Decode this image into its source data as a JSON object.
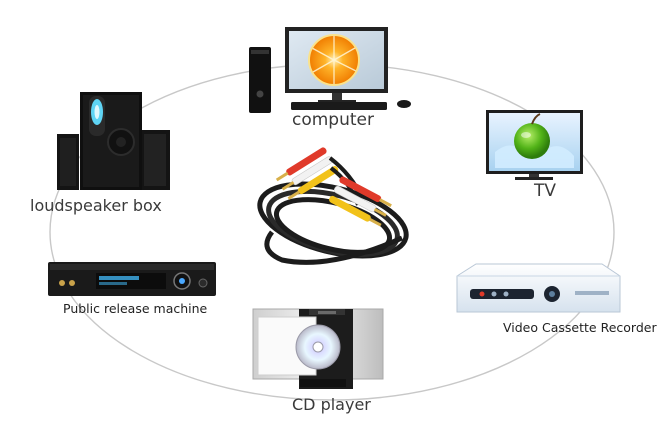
{
  "devices": {
    "computer": {
      "label": "computer"
    },
    "tv": {
      "label": "TV"
    },
    "loudspeaker": {
      "label": "loudspeaker box"
    },
    "release_machine": {
      "label": "Public release machine"
    },
    "vcr": {
      "label": "Video Cassette Recorder"
    },
    "cd_player": {
      "label": "CD player"
    }
  },
  "colors": {
    "ring": "#c8c8c8",
    "cable": "#1c1c1c",
    "plug_red": "#e03a2a",
    "plug_white": "#f2f2f2",
    "plug_yellow": "#f2c21a",
    "gold": "#d8b04a",
    "orange": "#f59a1a",
    "apple_green": "#52b318",
    "vcr_body": "#e8eef6"
  }
}
